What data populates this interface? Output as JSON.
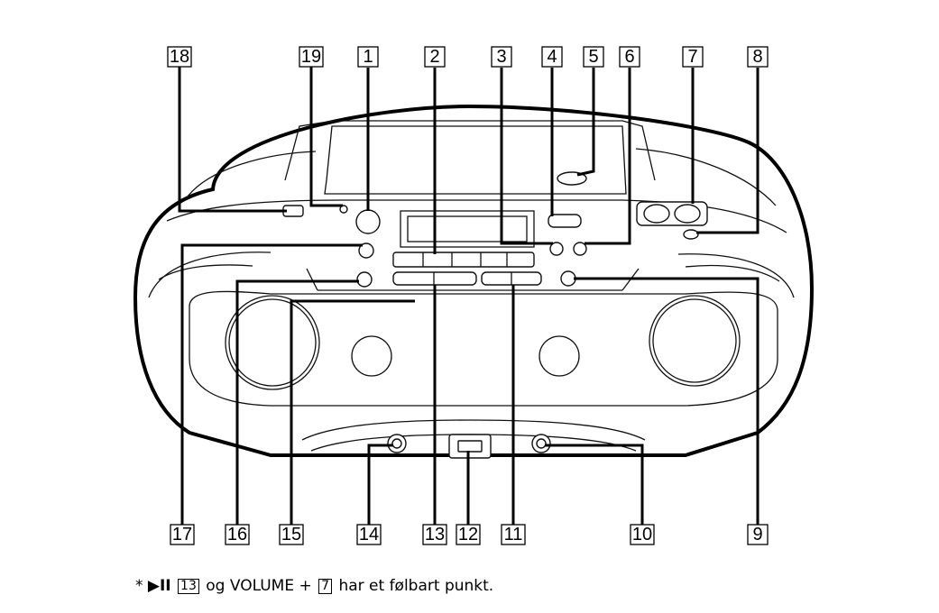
{
  "callouts": [
    "1",
    "2",
    "3",
    "4",
    "5",
    "6",
    "7",
    "8",
    "9",
    "10",
    "11",
    "12",
    "13",
    "14",
    "15",
    "16",
    "17",
    "18",
    "19"
  ],
  "footnote": {
    "prefix": "* ",
    "symbol": "▶II",
    "ref1": "13",
    "middle": " og VOLUME + ",
    "ref2": "7",
    "suffix": " har et følbart punkt."
  }
}
